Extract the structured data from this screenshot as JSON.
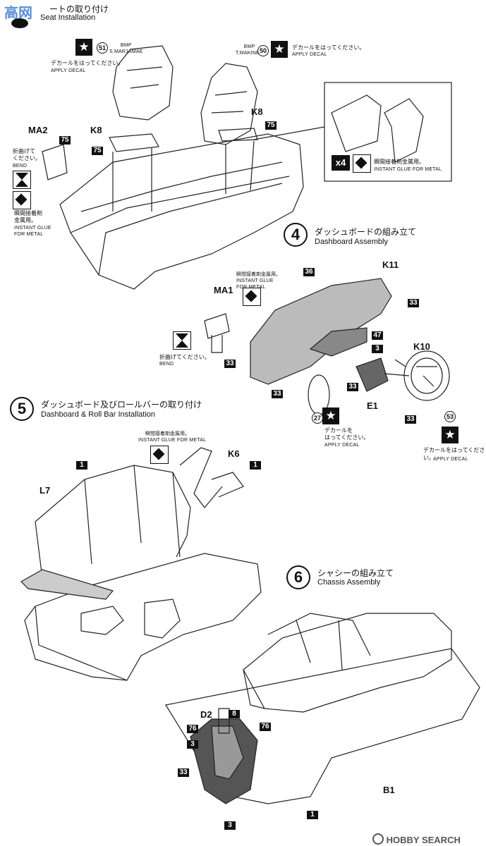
{
  "header": {
    "step3_title_jp": "ートの取り付け",
    "step3_title_en": "Seat Installation",
    "watermark_text": "高网"
  },
  "step4": {
    "number": "4",
    "title_jp": "ダッシュボードの組み立て",
    "title_en": "Dashboard Assembly"
  },
  "step5": {
    "number": "5",
    "title_jp": "ダッシュボード及びロールバーの取り付け",
    "title_en": "Dashboard & Roll Bar Installation"
  },
  "step6": {
    "number": "6",
    "title_jp": "シャシーの組み立て",
    "title_en": "Chassis Assembly"
  },
  "notes": {
    "apply_decal_jp": "デカールをはってください。",
    "apply_decal_jp_line1": "デカールを",
    "apply_decal_jp_line2": "はってください。",
    "apply_decal_en": "APPLY DECAL",
    "bend_jp": "折曲げてください。",
    "bend_jp_line1": "折曲げて",
    "bend_jp_line2": "ください。",
    "bend_en": "BEND",
    "glue_jp": "瞬間接着剤金属用。",
    "glue_jp_line1": "瞬間接着剤",
    "glue_jp_line2": "金属用。",
    "glue_en": "INSTANT GLUE FOR METAL",
    "glue_en_line1": "INSTANT GLUE",
    "glue_en_line2": "FOR METAL",
    "times4": "x4"
  },
  "seat_decals": {
    "left": "S.MARJAMAE",
    "right": "T.MAKINEN",
    "brand": "BMP"
  },
  "parts": {
    "MA2": "MA2",
    "K8": "K8",
    "K11": "K11",
    "K10": "K10",
    "MA1": "MA1",
    "E1": "E1",
    "K6": "K6",
    "L7": "L7",
    "D2": "D2",
    "B1": "B1"
  },
  "part_numbers": {
    "n75": "75",
    "n36": "36",
    "n33": "33",
    "n47": "47",
    "n3": "3",
    "n1": "1",
    "n76": "76",
    "n8": "8"
  },
  "decal_numbers": {
    "d51": "51",
    "d50": "50",
    "d27": "27",
    "d53": "53"
  },
  "footer": {
    "brand": "HOBBY SEARCH"
  }
}
